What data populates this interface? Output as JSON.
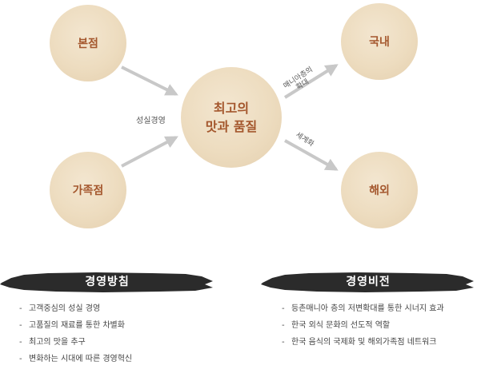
{
  "diagram": {
    "nodes": {
      "headquarters": "본점",
      "family_store": "가족점",
      "center_line1": "최고의",
      "center_line2": "맛과 품질",
      "domestic": "국내",
      "overseas": "해외"
    },
    "edge_labels": {
      "left": "성실경영",
      "domestic_line1": "매니아층의",
      "domestic_line2": "확대",
      "overseas": "세계화"
    }
  },
  "management_policy": {
    "title": "경영방침",
    "items": [
      "고객중심의 성실 경영",
      "고품질의 재료를 통한 차별화",
      "최고의 맛을 추구",
      "변화하는 시대에 따른 경영혁신"
    ]
  },
  "management_vision": {
    "title": "경영비전",
    "items": [
      "등촌매니아 층의 저변확대를 통한 시너지 효과",
      "한국 외식 문화의 선도적 역할",
      "한국 음식의 국제화 및 해외가족점 네트워크"
    ]
  },
  "colors": {
    "node_text": "#a4572d",
    "arrow": "#c8c8c8",
    "banner": "#2b2b2b"
  }
}
